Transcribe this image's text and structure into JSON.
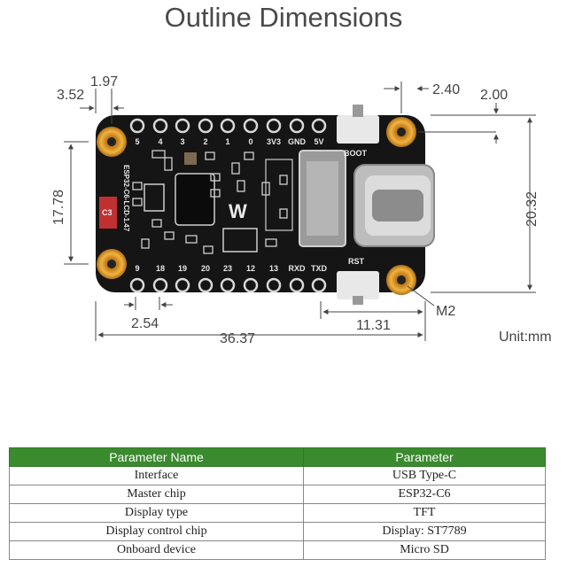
{
  "title": "Outline Dimensions",
  "diagram": {
    "dimensions": {
      "left_offset_1": "1.97",
      "left_offset_2": "3.52",
      "height_inner": "17.78",
      "top_right_1": "2.40",
      "top_right_2": "2.00",
      "height_total": "20.32",
      "pitch": "2.54",
      "right_segment": "11.31",
      "total_width": "36.37",
      "hole": "M2"
    },
    "unit": "Unit:mm",
    "board": {
      "top_pins": [
        "5",
        "4",
        "3",
        "2",
        "1",
        "0",
        "3V3",
        "GND",
        "5V"
      ],
      "bottom_pins": [
        "9",
        "18",
        "19",
        "20",
        "23",
        "12",
        "13",
        "RXD",
        "TXD"
      ],
      "boot_label": "BOOT",
      "rst_label": "RST",
      "model_text": "ESP32-C6-LCD-1.47",
      "side_label": "C3",
      "logo": "W"
    }
  },
  "table": {
    "headers": [
      "Parameter Name",
      "Parameter"
    ],
    "rows": [
      [
        "Interface",
        "USB Type-C"
      ],
      [
        "Master chip",
        "ESP32-C6"
      ],
      [
        "Display type",
        "TFT"
      ],
      [
        "Display control chip",
        "Display: ST7789"
      ],
      [
        "Onboard device",
        "Micro SD"
      ]
    ]
  },
  "colors": {
    "header_green": "#3a8a2e",
    "board_black": "#151515",
    "mount_gold": "#d89a28"
  }
}
